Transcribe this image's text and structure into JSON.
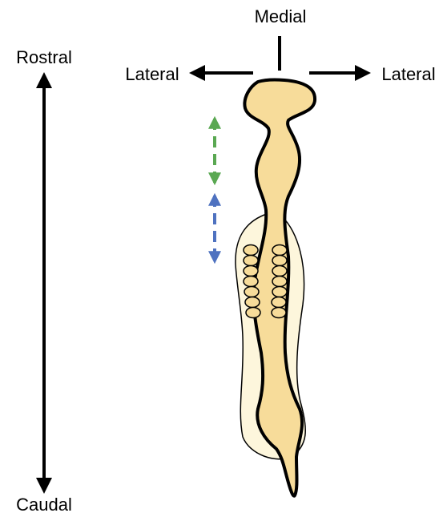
{
  "labels": {
    "medial": "Medial",
    "lateral_left": "Lateral",
    "lateral_right": "Lateral",
    "rostral": "Rostral",
    "caudal": "Caudal"
  },
  "colors": {
    "arrow_black": "#000000",
    "arrow_green": "#5aa852",
    "arrow_blue": "#4f72c0",
    "cord_fill": "#f7dc9a",
    "cord_stroke": "#000000",
    "sheath_fill": "#fdf6dc",
    "cell_fill": "#f7dc9a"
  }
}
